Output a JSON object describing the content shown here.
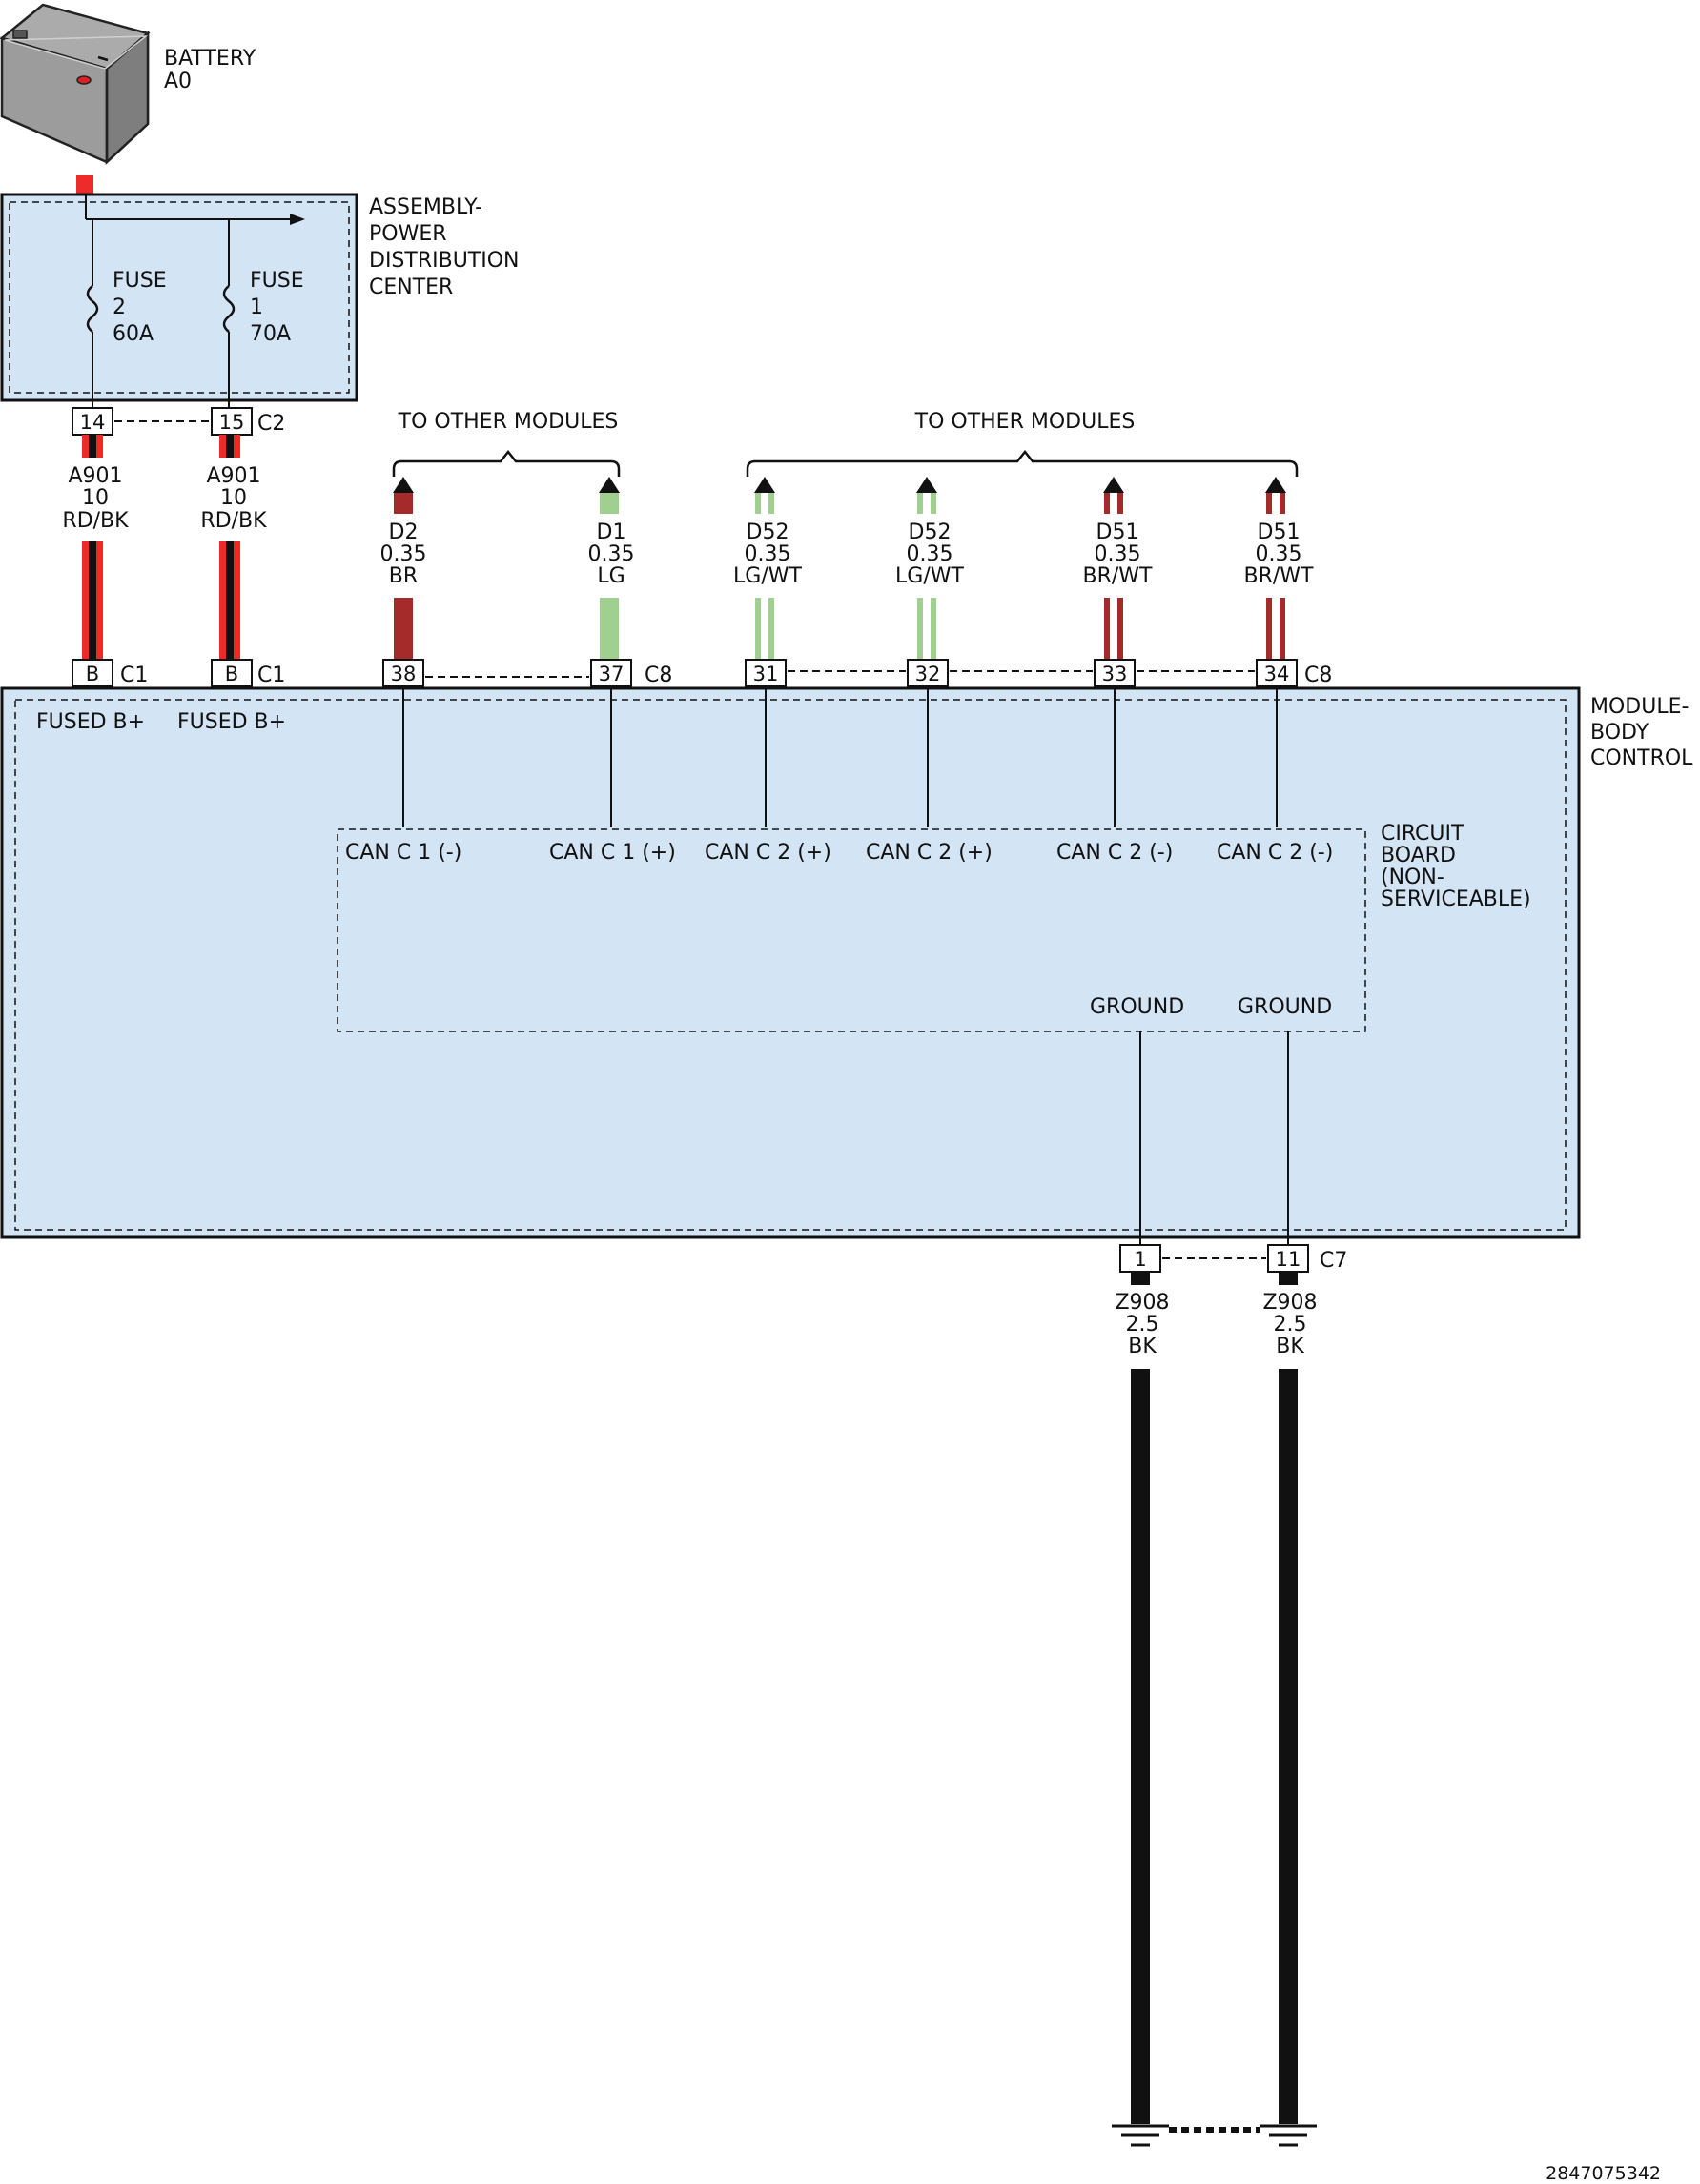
{
  "battery": {
    "line1": "BATTERY",
    "line2": "A0"
  },
  "pdc": {
    "lines": [
      "ASSEMBLY-",
      "POWER",
      "DISTRIBUTION",
      "CENTER"
    ],
    "fuses": [
      {
        "line1": "FUSE",
        "line2": "2",
        "line3": "60A"
      },
      {
        "line1": "FUSE",
        "line2": "1",
        "line3": "70A"
      }
    ]
  },
  "connectors": {
    "c2": {
      "name": "C2",
      "pins": [
        "14",
        "15"
      ]
    },
    "c1": {
      "name": "C1",
      "pin": "B"
    },
    "c8": {
      "name": "C8",
      "pins": [
        "38",
        "37",
        "31",
        "32",
        "33",
        "34"
      ]
    },
    "c7": {
      "name": "C7",
      "pins": [
        "1",
        "11"
      ]
    }
  },
  "power_wires": [
    {
      "circuit": "A901",
      "gauge": "10",
      "color_code": "RD/BK"
    },
    {
      "circuit": "A901",
      "gauge": "10",
      "color_code": "RD/BK"
    }
  ],
  "to_other_modules": [
    "TO OTHER MODULES",
    "TO OTHER MODULES"
  ],
  "can_wires": [
    {
      "circuit": "D2",
      "gauge": "0.35",
      "color_code": "BR"
    },
    {
      "circuit": "D1",
      "gauge": "0.35",
      "color_code": "LG"
    },
    {
      "circuit": "D52",
      "gauge": "0.35",
      "color_code": "LG/WT"
    },
    {
      "circuit": "D52",
      "gauge": "0.35",
      "color_code": "LG/WT"
    },
    {
      "circuit": "D51",
      "gauge": "0.35",
      "color_code": "BR/WT"
    },
    {
      "circuit": "D51",
      "gauge": "0.35",
      "color_code": "BR/WT"
    }
  ],
  "bcm": {
    "lines": [
      "MODULE-",
      "BODY",
      "CONTROL"
    ],
    "fused_labels": [
      "FUSED B+",
      "FUSED B+"
    ],
    "circuit_board": [
      "CIRCUIT",
      "BOARD",
      "(NON-",
      "SERVICEABLE)"
    ],
    "can_labels": [
      "CAN C 1 (-)",
      "CAN C 1 (+)",
      "CAN C 2 (+)",
      "CAN C 2 (+)",
      "CAN C 2 (-)",
      "CAN C 2 (-)"
    ],
    "ground_labels": [
      "GROUND",
      "GROUND"
    ]
  },
  "ground_wires": [
    {
      "circuit": "Z908",
      "gauge": "2.5",
      "color_code": "BK"
    },
    {
      "circuit": "Z908",
      "gauge": "2.5",
      "color_code": "BK"
    }
  ],
  "figure_id": "2847075342",
  "colors": {
    "panel_fill": "#d3e4f5",
    "red": "#ee2b2b",
    "brown": "#a52a2a",
    "light_green": "#9fd08f",
    "black": "#111111"
  }
}
